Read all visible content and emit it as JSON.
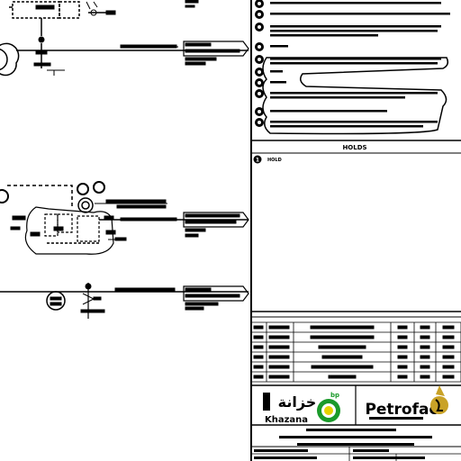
{
  "drawing": {
    "notes_heading": "HOLDS",
    "hold_marker": "1",
    "hold_text": "HOLD",
    "companies": {
      "left_logo_arabic": "خزانة",
      "left_logo_latin": "Khazana",
      "bp_mark": "bp",
      "contractor": "Petrofac"
    },
    "revisions": [
      {
        "rev": "",
        "date": "",
        "desc": "",
        "by": "",
        "chk": "",
        "app": ""
      },
      {
        "rev": "",
        "date": "",
        "desc": "",
        "by": "",
        "chk": "",
        "app": ""
      },
      {
        "rev": "",
        "date": "",
        "desc": "",
        "by": "",
        "chk": "",
        "app": ""
      },
      {
        "rev": "",
        "date": "",
        "desc": "",
        "by": "",
        "chk": "",
        "app": ""
      },
      {
        "rev": "",
        "date": "",
        "desc": "",
        "by": "",
        "chk": "",
        "app": ""
      },
      {
        "rev": "",
        "date": "",
        "desc": "",
        "by": "",
        "chk": "",
        "app": ""
      }
    ]
  },
  "colors": {
    "ink": "#000000",
    "bp_green": "#1a9a2a",
    "bp_yellow": "#e6d200",
    "petrofac_gold": "#c9a227",
    "khazana_red": "#7a2020"
  }
}
